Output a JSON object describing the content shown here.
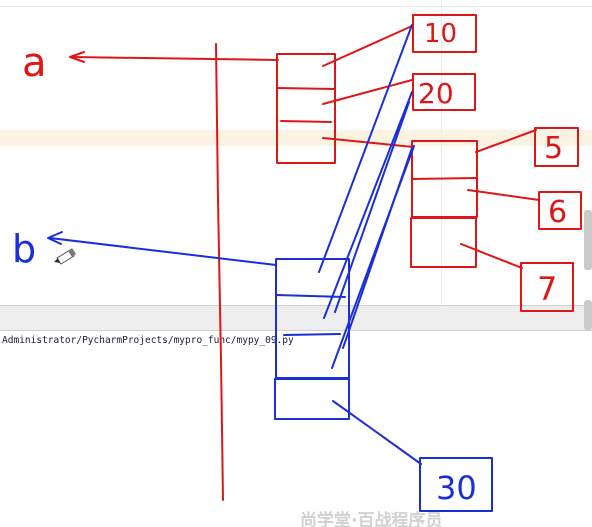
{
  "console": {
    "path": "Administrator/PycharmProjects/mypro_func/mypy_09.py"
  },
  "annotations": {
    "variable_a": "a",
    "variable_b": "b",
    "values": [
      "10",
      "20",
      "5",
      "6",
      "7",
      "30"
    ]
  },
  "watermark": "尚学堂·百战程序员",
  "colors": {
    "red_ink": "#e01616",
    "blue_ink": "#1b2fd6",
    "highlight": "#fbf3e1"
  },
  "icons": {
    "cursor": "pen-cursor-icon"
  }
}
